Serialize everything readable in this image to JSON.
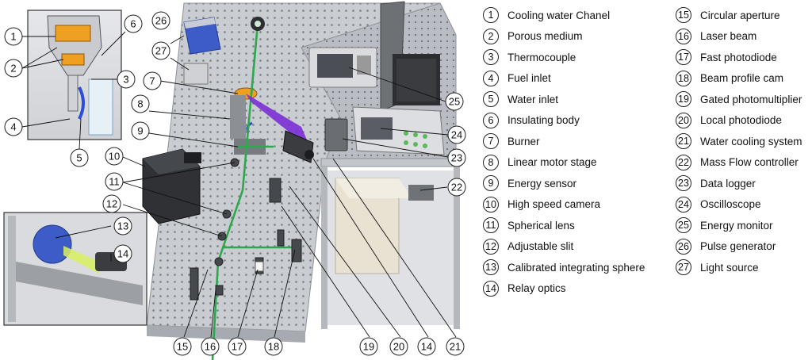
{
  "legend": {
    "left": [
      {
        "num": "1",
        "label": "Cooling water Chanel"
      },
      {
        "num": "2",
        "label": "Porous medium"
      },
      {
        "num": "3",
        "label": "Thermocouple"
      },
      {
        "num": "4",
        "label": "Fuel inlet"
      },
      {
        "num": "5",
        "label": "Water inlet"
      },
      {
        "num": "6",
        "label": "Insulating body"
      },
      {
        "num": "7",
        "label": "Burner"
      },
      {
        "num": "8",
        "label": "Linear motor stage"
      },
      {
        "num": "9",
        "label": "Energy sensor"
      },
      {
        "num": "10",
        "label": "High speed camera"
      },
      {
        "num": "11",
        "label": "Spherical lens"
      },
      {
        "num": "12",
        "label": "Adjustable slit"
      },
      {
        "num": "13",
        "label": "Calibrated integrating sphere"
      },
      {
        "num": "14",
        "label": "Relay optics"
      }
    ],
    "right": [
      {
        "num": "15",
        "label": "Circular aperture"
      },
      {
        "num": "16",
        "label": "Laser beam"
      },
      {
        "num": "17",
        "label": "Fast photodiode"
      },
      {
        "num": "18",
        "label": "Beam profile cam"
      },
      {
        "num": "19",
        "label": "Gated photomultiplier"
      },
      {
        "num": "20",
        "label": "Local photodiode"
      },
      {
        "num": "21",
        "label": "Water cooling system"
      },
      {
        "num": "22",
        "label": "Mass Flow controller"
      },
      {
        "num": "23",
        "label": "Data logger"
      },
      {
        "num": "24",
        "label": "Oscilloscope"
      },
      {
        "num": "25",
        "label": "Energy monitor"
      },
      {
        "num": "26",
        "label": "Pulse generator"
      },
      {
        "num": "27",
        "label": "Light source"
      }
    ]
  },
  "callouts": {
    "c1": "1",
    "c2": "2",
    "c3": "3",
    "c4": "4",
    "c5": "5",
    "c6": "6",
    "c7": "7",
    "c8": "8",
    "c9": "9",
    "c10": "10",
    "c11": "11",
    "c12": "12",
    "c13": "13",
    "c14a": "14",
    "c14b": "14",
    "c15": "15",
    "c16": "16",
    "c17": "17",
    "c18": "18",
    "c19": "19",
    "c20": "20",
    "c21": "21",
    "c22": "22",
    "c23": "23",
    "c24": "24",
    "c25": "25",
    "c26": "26",
    "c27": "27"
  },
  "colors": {
    "laser_beam": "#2ea84f",
    "probe_beam": "#7b2fd6",
    "burner_insert": "#f0a020",
    "table": "#c9ccd1"
  }
}
